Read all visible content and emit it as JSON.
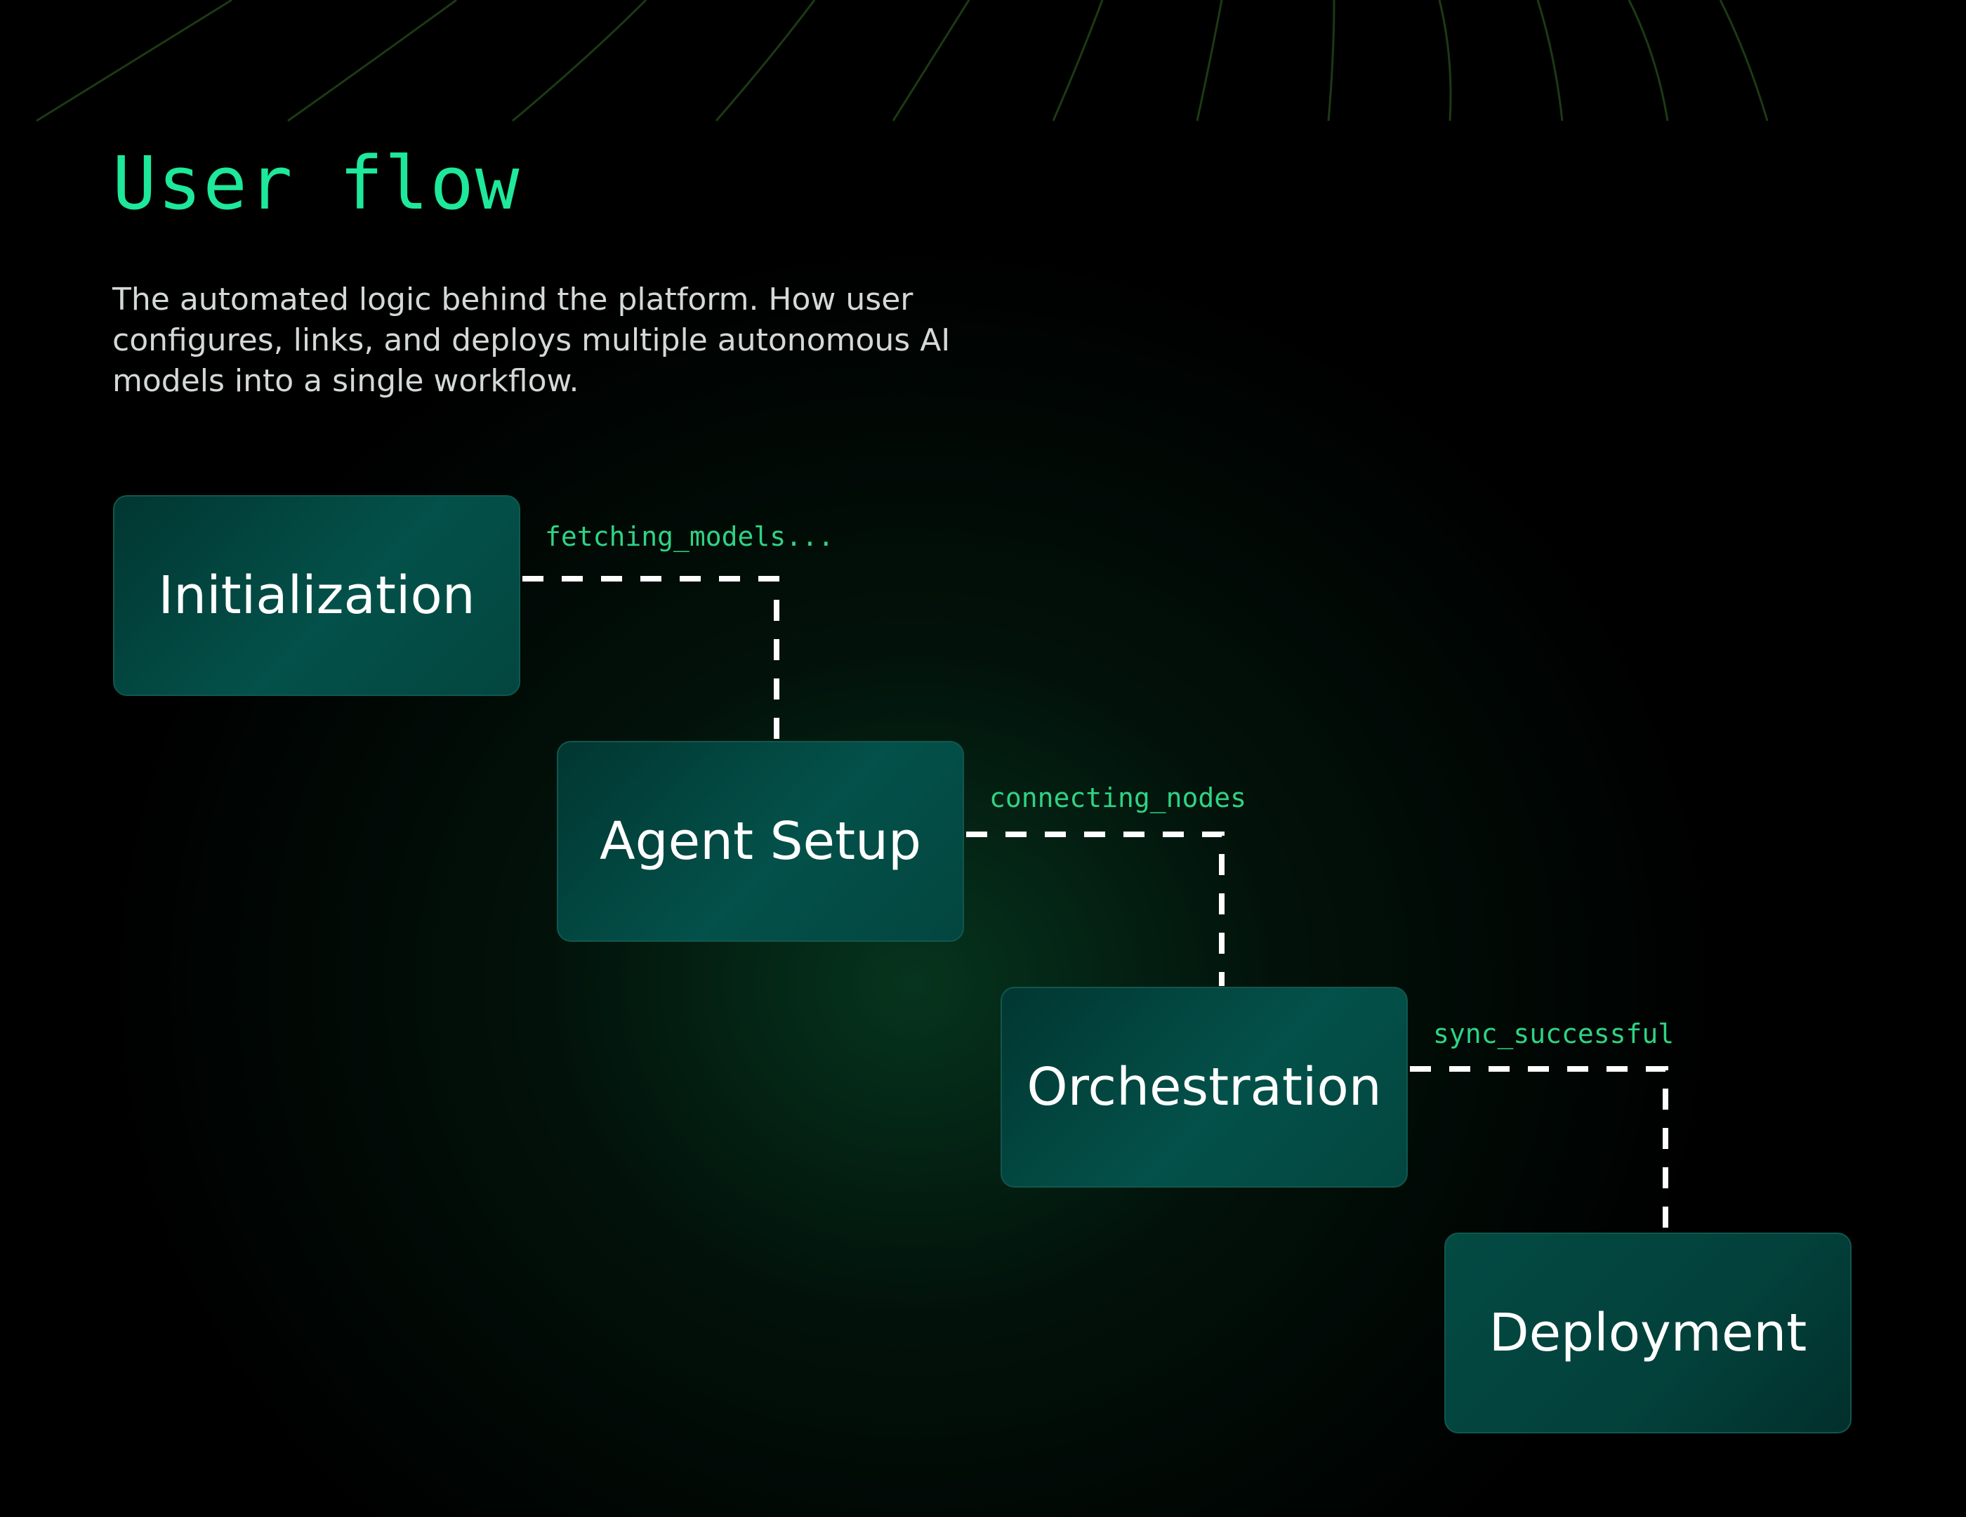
{
  "header": {
    "title": "User flow",
    "description": "The automated logic behind the platform. How user configures, links, and deploys multiple autonomous AI models into a single workflow."
  },
  "flow": {
    "steps": [
      {
        "label": "Initialization"
      },
      {
        "label": "Agent Setup"
      },
      {
        "label": "Orchestration"
      },
      {
        "label": "Deployment"
      }
    ],
    "connectors": [
      {
        "status": "fetching_models..."
      },
      {
        "status": "connecting_nodes"
      },
      {
        "status": "sync_successful"
      }
    ]
  },
  "colors": {
    "accent": "#1ee89a",
    "status_text": "#2fd384",
    "box_fill": "#03514a",
    "connector": "#ffffff",
    "background": "#000000"
  }
}
